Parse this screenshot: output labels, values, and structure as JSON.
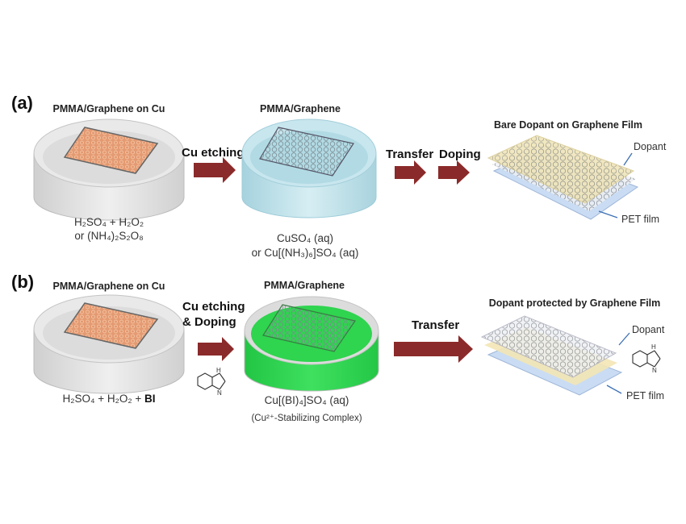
{
  "panel_a": {
    "label": "(a)",
    "step1_title": "PMMA/Graphene on Cu",
    "step1_solution_line1": "H₂SO₄ + H₂O₂",
    "step1_solution_line2": "or (NH₄)₂S₂O₈",
    "arrow1_label": "Cu etching",
    "step2_title": "PMMA/Graphene",
    "step2_solution_line1": "CuSO₄ (aq)",
    "step2_solution_line2": "or Cu[(NH₃)₆]SO₄ (aq)",
    "arrow2_label": "Transfer",
    "arrow3_label": "Doping",
    "step3_title": "Bare Dopant on Graphene Film",
    "dopant_label": "Dopant",
    "pet_label": "PET film"
  },
  "panel_b": {
    "label": "(b)",
    "step1_title": "PMMA/Graphene on Cu",
    "step1_solution": "H₂SO₄ + H₂O₂ + ",
    "step1_solution_bold": "BI",
    "arrow1_label_line1": "Cu etching",
    "arrow1_label_line2": "& Doping",
    "step2_title": "PMMA/Graphene",
    "step2_solution_line1": "Cu[(BI)₄]SO₄ (aq)",
    "step2_solution_line2": "(Cu²⁺-Stabilizing Complex)",
    "arrow2_label": "Transfer",
    "step3_title": "Dopant protected by Graphene Film",
    "dopant_label": "Dopant",
    "pet_label": "PET film",
    "molecule_atom_nh": "H",
    "molecule_atom_n": "N"
  },
  "colors": {
    "arrow": "#8b2a2a",
    "copper": "#e0936a",
    "etchant_blue": "#b7dde6",
    "complex_green": "#2fd44f",
    "dopant_yellow": "#f3e6b5",
    "pet_blue": "#c9dcf3"
  }
}
